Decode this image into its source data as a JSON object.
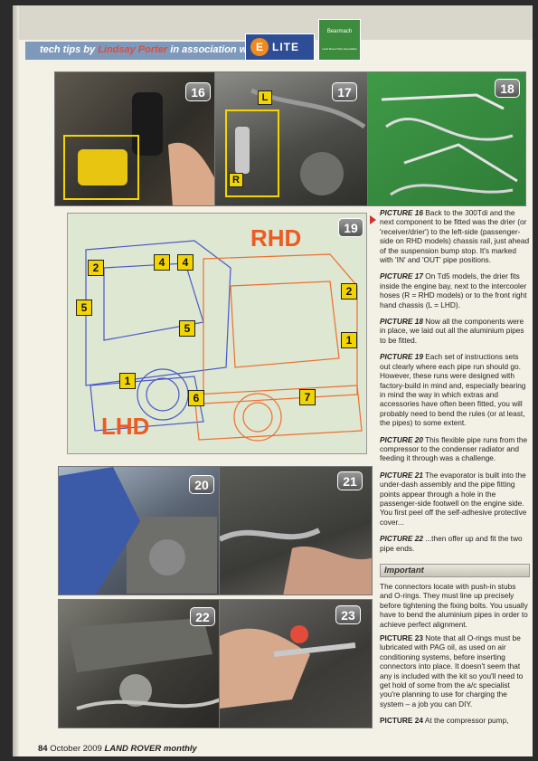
{
  "header": {
    "prefix": "tech tips by",
    "author": "Lindsay Porter",
    "suffix": "in association with",
    "logo_elite_mark": "E",
    "logo_elite_text": "LITE",
    "logo_bearmach_text": "Bearmach",
    "logo_bearmach_tagline": "Land Rover Parts Specialists"
  },
  "photos": [
    {
      "number": "16"
    },
    {
      "number": "17",
      "labels": [
        "L",
        "R"
      ]
    },
    {
      "number": "18"
    },
    {
      "number": "19"
    },
    {
      "number": "20"
    },
    {
      "number": "21"
    },
    {
      "number": "22"
    },
    {
      "number": "23"
    }
  ],
  "diagram": {
    "rhd_label": "RHD",
    "lhd_label": "LHD",
    "markers": [
      "2",
      "4",
      "4",
      "5",
      "5",
      "2",
      "1",
      "1",
      "6",
      "7"
    ]
  },
  "captions": [
    {
      "label": "PICTURE 16",
      "text": "Back to the 300Tdi and the next component to be fitted was the drier (or 'receiver/drier') to the left-side (passenger-side on RHD models) chassis rail, just ahead of the suspension bump stop. It's marked with 'IN' and 'OUT' pipe positions."
    },
    {
      "label": "PICTURE 17",
      "text": "On Td5 models, the drier fits inside the engine bay, next to the intercooler hoses (R = RHD models) or to the front right hand chassis (L = LHD)."
    },
    {
      "label": "PICTURE 18",
      "text": "Now all the components were in place, we laid out all the aluminium pipes to be fitted."
    },
    {
      "label": "PICTURE 19",
      "text": "Each set of instructions sets out clearly where each pipe run should go. However, these runs were designed with factory-build in mind and, especially bearing in mind the way in which extras and accessories have often been fitted, you will probably need to bend the rules (or at least, the pipes) to some extent."
    },
    {
      "label": "PICTURE 20",
      "text": "This flexible pipe runs from the compressor to the condenser radiator and feeding it through was a challenge."
    },
    {
      "label": "PICTURE 21",
      "text": "The evaporator is built into the under-dash assembly and the pipe fitting points appear through a hole in the passenger-side footwell on the engine side. You first peel off the self-adhesive protective cover..."
    },
    {
      "label": "PICTURE 22",
      "text": "...then offer up and fit the two pipe ends."
    }
  ],
  "important": {
    "title": "Important",
    "text": "The connectors locate with push-in stubs and O-rings. They must line up precisely before tightening the fixing bolts. You usually have to bend the aluminium pipes in order to achieve perfect alignment."
  },
  "captions2": [
    {
      "label": "PICTURE 23",
      "text": "Note that all O-rings must be lubricated with PAG oil, as used on air conditioning systems, before inserting connectors into place. It doesn't seem that any is included with the kit so you'll need to get hold of some from the a/c specialist you're planning to use for charging the system – a job you can DIY."
    },
    {
      "label": "PICTURE 24",
      "text": "At the compressor pump,"
    }
  ],
  "footer": {
    "page_number": "84",
    "date": "October 2009",
    "magazine": "LAND ROVER",
    "magazine_suffix": "monthly"
  }
}
